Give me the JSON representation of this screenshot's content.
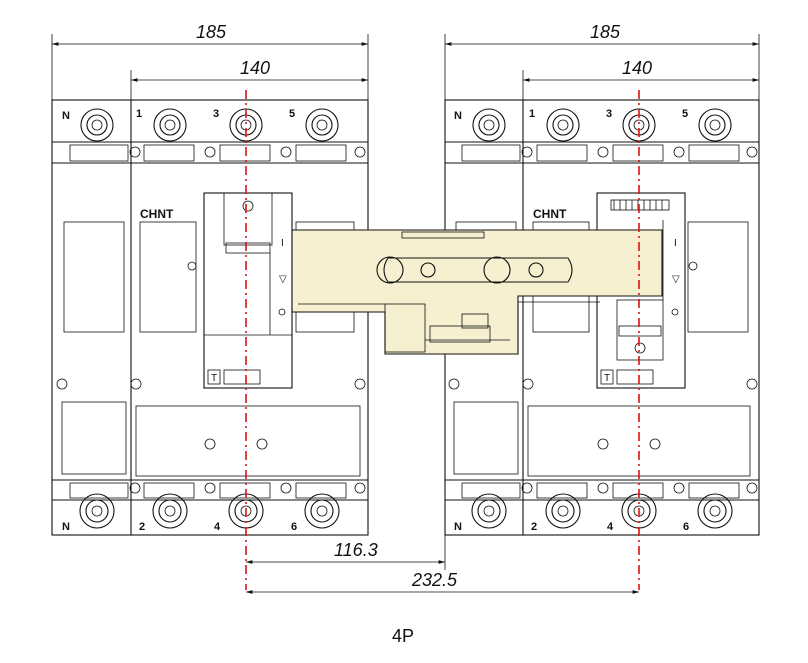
{
  "dimensions": {
    "left_overall": "185",
    "left_inner": "140",
    "right_overall": "185",
    "right_inner": "140",
    "offset_short": "116.3",
    "offset_long": "232.5"
  },
  "brand": {
    "left": "CHNT",
    "right": "CHNT"
  },
  "terminals": {
    "top": [
      "N",
      "1",
      "3",
      "5"
    ],
    "bottom": [
      "N",
      "2",
      "4",
      "6"
    ]
  },
  "caption": "4P",
  "colors": {
    "centerline": "#e01010",
    "interlock_fill": "#f6f0d0",
    "line": "#111111"
  }
}
